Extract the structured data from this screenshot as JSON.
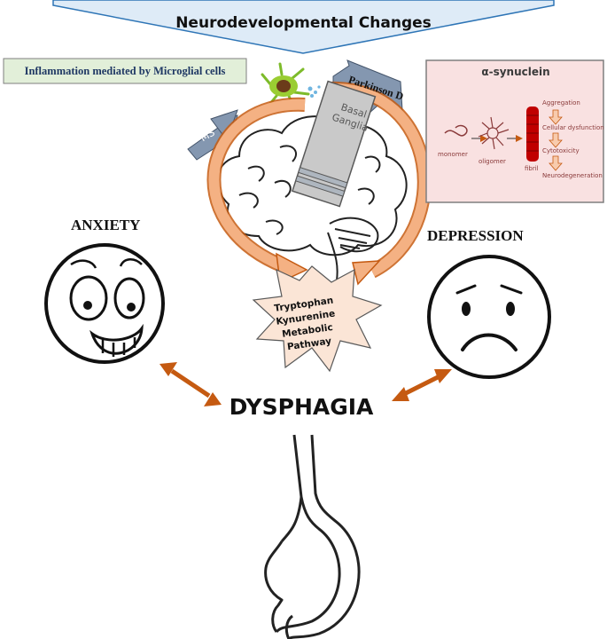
{
  "banner": {
    "title": "Neurodevelopmental Changes"
  },
  "microglia": {
    "label": "Inflammation mediated by Microglial cells"
  },
  "arrows": {
    "ms": "MS",
    "parkinson": "Parkinson D"
  },
  "basal_ganglia": {
    "line1": "Basal",
    "line2": "Ganglia"
  },
  "synuclein": {
    "title": "α-synuclein",
    "monomer": "monomer",
    "oligomer": "oligomer",
    "fibril": "fibril",
    "steps": [
      "Aggregation",
      "Cellular dysfunction",
      "Cytotoxicity",
      "Neurodegeneration"
    ]
  },
  "pathway": {
    "lines": [
      "Tryptophan",
      "Kynurenine",
      "Metabolic",
      "Pathway"
    ]
  },
  "faces": {
    "left_label": "ANXIETY",
    "right_label": "DEPRESSION"
  },
  "center": {
    "label": "DYSPHAGIA"
  },
  "colors": {
    "arrow_orange": "#c55a11",
    "ring_fill": "#f4b183",
    "star_fill": "#fbe5d6",
    "banner_fill": "#deebf7",
    "box_fill": "#f9e1e1"
  }
}
